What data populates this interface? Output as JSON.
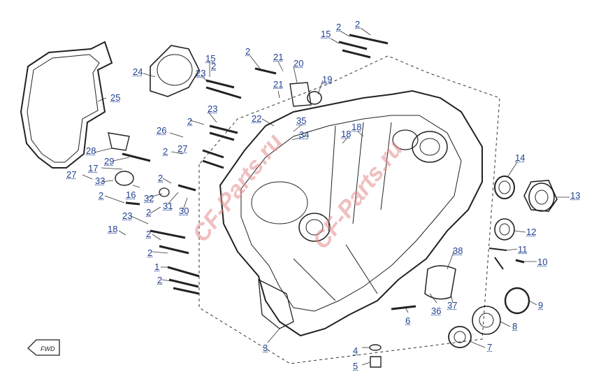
{
  "diagram": {
    "callouts": [
      "15",
      "2",
      "2",
      "2",
      "21",
      "20",
      "19",
      "24",
      "25",
      "15",
      "23",
      "2",
      "21",
      "22",
      "35",
      "34",
      "18",
      "18",
      "23",
      "2",
      "26",
      "27",
      "2",
      "28",
      "29",
      "17",
      "2",
      "27",
      "33",
      "2",
      "16",
      "32",
      "31",
      "30",
      "2",
      "23",
      "18",
      "2",
      "2",
      "1",
      "2",
      "14",
      "13",
      "12",
      "11",
      "10",
      "9",
      "8",
      "7",
      "6",
      "38",
      "36",
      "37",
      "3",
      "4",
      "5"
    ],
    "direction_badge": "FWD",
    "watermark_lines": [
      "CF-Parts.ru",
      "CF-Parts.ru"
    ],
    "colors": {
      "callout": "#1f3f8f",
      "line": "#222222",
      "leader": "#333333",
      "watermark": "#e58c8c"
    }
  }
}
